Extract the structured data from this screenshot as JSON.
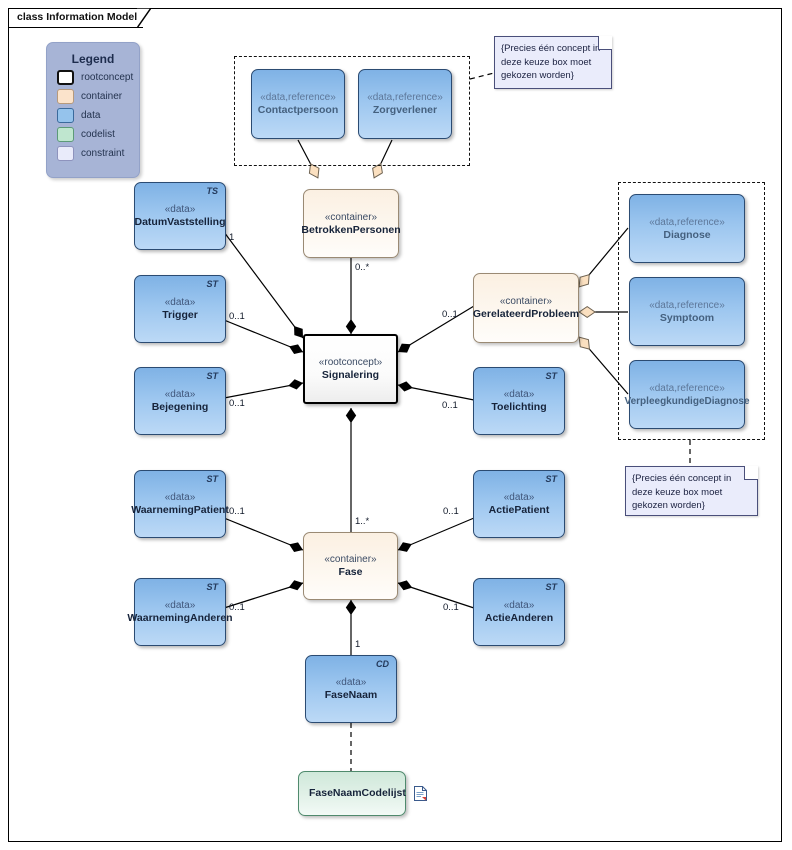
{
  "diagram": {
    "frame_title": "class Information Model"
  },
  "legend": {
    "title": "Legend",
    "items": [
      {
        "key": "rootconcept",
        "label": "rootconcept",
        "color": "#ffffff"
      },
      {
        "key": "container",
        "label": "container",
        "color": "#fbe3cb"
      },
      {
        "key": "data",
        "label": "data",
        "color": "#95c3ec"
      },
      {
        "key": "codelist",
        "label": "codelist",
        "color": "#bfe6cf"
      },
      {
        "key": "constraint",
        "label": "constraint",
        "color": "#e9ebfa"
      }
    ]
  },
  "nodes": {
    "contactpersoon": {
      "stereotype": "«data,reference»",
      "name": "Contactpersoon",
      "tag": ""
    },
    "zorgverlener": {
      "stereotype": "«data,reference»",
      "name": "Zorgverlener",
      "tag": ""
    },
    "betrokkenpersonen": {
      "stereotype": "«container»",
      "name": "BetrokkenPersonen",
      "tag": ""
    },
    "datumvaststelling": {
      "stereotype": "«data»",
      "name": "DatumVaststelling",
      "tag": "TS"
    },
    "trigger": {
      "stereotype": "«data»",
      "name": "Trigger",
      "tag": "ST"
    },
    "bejegening": {
      "stereotype": "«data»",
      "name": "Bejegening",
      "tag": "ST"
    },
    "signalering": {
      "stereotype": "«rootconcept»",
      "name": "Signalering",
      "tag": ""
    },
    "gerelateerdprobleem": {
      "stereotype": "«container»",
      "name": "GerelateerdProbleem",
      "tag": ""
    },
    "toelichting": {
      "stereotype": "«data»",
      "name": "Toelichting",
      "tag": "ST"
    },
    "diagnose": {
      "stereotype": "«data,reference»",
      "name": "Diagnose",
      "tag": ""
    },
    "symptoom": {
      "stereotype": "«data,reference»",
      "name": "Symptoom",
      "tag": ""
    },
    "verpleegkundigediagnose": {
      "stereotype": "«data,reference»",
      "name": "VerpleegkundigeDiagnose",
      "tag": ""
    },
    "waarnemingpatient": {
      "stereotype": "«data»",
      "name": "WaarnemingPatient",
      "tag": "ST"
    },
    "waarneminganderen": {
      "stereotype": "«data»",
      "name": "WaarnemingAnderen",
      "tag": "ST"
    },
    "fase": {
      "stereotype": "«container»",
      "name": "Fase",
      "tag": ""
    },
    "actiepatient": {
      "stereotype": "«data»",
      "name": "ActiePatient",
      "tag": "ST"
    },
    "actieanderen": {
      "stereotype": "«data»",
      "name": "ActieAnderen",
      "tag": "ST"
    },
    "fasenaam": {
      "stereotype": "«data»",
      "name": "FaseNaam",
      "tag": "CD"
    },
    "fasenaamcodelijst": {
      "stereotype": "",
      "name": "FaseNaamCodelijst",
      "tag": ""
    }
  },
  "notes": {
    "top": {
      "text": "{Precies één concept in deze keuze box moet gekozen worden}"
    },
    "bottom": {
      "text": "{Precies één concept in deze keuze box moet gekozen worden}"
    }
  },
  "multiplicities": {
    "betrokkenpersonen_signalering": "0..*",
    "datumvaststelling": "1",
    "trigger": "0..1",
    "bejegening": "0..1",
    "gerelateerdprobleem": "0..1",
    "toelichting": "0..1",
    "waarnemingpatient": "0..1",
    "waarneminganderen": "0..1",
    "fase_signalering": "1..*",
    "actiepatient": "0..1",
    "actieanderen": "0..1",
    "fasenaam": "1"
  }
}
